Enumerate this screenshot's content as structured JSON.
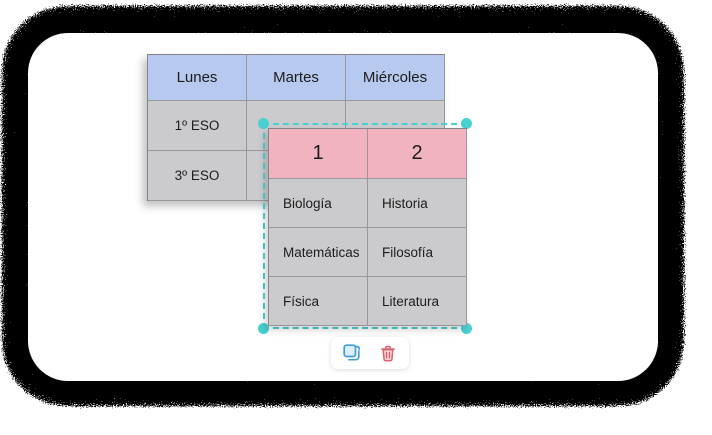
{
  "schedule_table": {
    "headers": [
      "Lunes",
      "Martes",
      "Miércoles"
    ],
    "rows": [
      {
        "label": "1º ESO",
        "cells": [
          "",
          ""
        ]
      },
      {
        "label": "3º ESO",
        "cells": [
          "",
          ""
        ]
      }
    ]
  },
  "detail_table": {
    "headers": [
      "1",
      "2"
    ],
    "rows": [
      [
        "Biología",
        "Historia"
      ],
      [
        "Matemáticas",
        "Filosofía"
      ],
      [
        "Física",
        "Literatura"
      ]
    ]
  },
  "toolbar": {
    "buttons": [
      {
        "icon": "duplicate-icon",
        "color": "#3e9ed8"
      },
      {
        "icon": "trash-icon",
        "color": "#dc6370"
      }
    ]
  },
  "colors": {
    "header_blue": "#b7c9ee",
    "header_pink": "#f0b3bf",
    "cell_gray": "#cbcbce",
    "border_gray": "#97979c",
    "selection_teal": "#49d0d0",
    "text": "#1c1c1c",
    "shadow_noise": "#000000"
  }
}
